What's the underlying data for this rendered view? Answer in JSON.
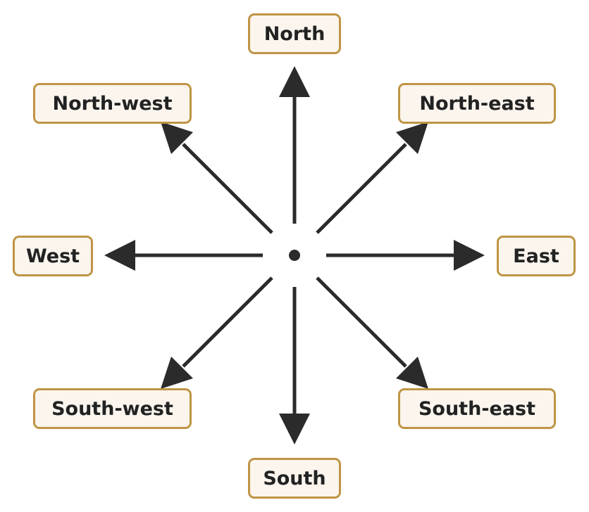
{
  "directions": {
    "north": "North",
    "north_west": "North-west",
    "north_east": "North-east",
    "west": "West",
    "east": "East",
    "south_west": "South-west",
    "south_east": "South-east",
    "south": "South"
  },
  "colors": {
    "arrow": "#2b2b2b",
    "box_fill": "#fbf5ee",
    "box_border": "#bf9444",
    "text": "#222222"
  }
}
